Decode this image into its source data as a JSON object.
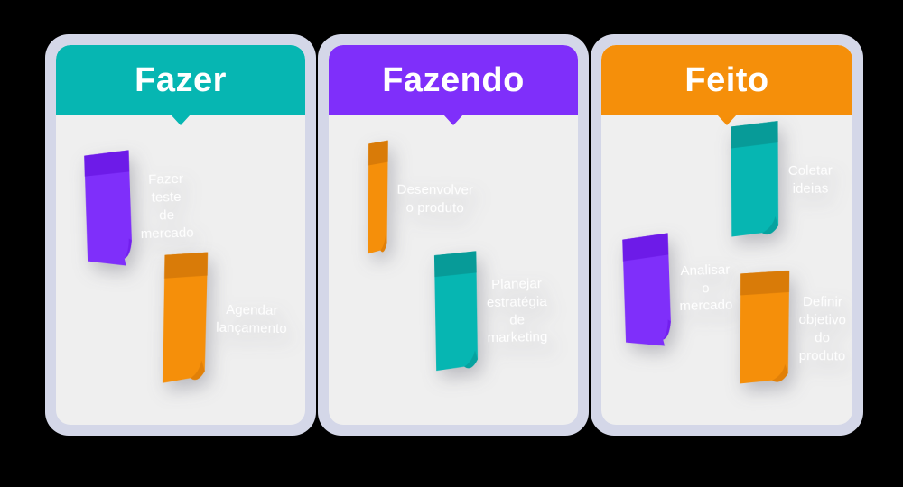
{
  "board": {
    "title": "Kanban Board",
    "background_color": "#000000",
    "frame_color": "#d4d7e8",
    "column_body_color": "#efefef"
  },
  "palette": {
    "teal": "#06b6b2",
    "teal_dark": "#079b98",
    "purple": "#7f2ffa",
    "purple_dark": "#6d1be8",
    "orange": "#f58f0a",
    "orange_dark": "#d97b08",
    "note_text": "#ffffff"
  },
  "columns": [
    {
      "id": "col1",
      "title": "Fazer",
      "accent": "#06b6b2",
      "accent_name": "teal",
      "notes": [
        {
          "id": "note-fazer-teste",
          "text": "Fazer teste\nde mercado",
          "color": "#7f2ffa",
          "color_dark": "#6d1be8",
          "color_name": "purple"
        },
        {
          "id": "note-agendar",
          "text": "Agendar\nlançamento",
          "color": "#f58f0a",
          "color_dark": "#d97b08",
          "color_name": "orange"
        }
      ]
    },
    {
      "id": "col2",
      "title": "Fazendo",
      "accent": "#7f2ffa",
      "accent_name": "purple",
      "notes": [
        {
          "id": "note-desenvolver",
          "text": "Desenvolver\no produto",
          "color": "#f58f0a",
          "color_dark": "#d97b08",
          "color_name": "orange"
        },
        {
          "id": "note-planejar",
          "text": "Planejar\nestratégia\nde marketing",
          "color": "#06b6b2",
          "color_dark": "#079b98",
          "color_name": "teal"
        }
      ]
    },
    {
      "id": "col3",
      "title": "Feito",
      "accent": "#f58f0a",
      "accent_name": "orange",
      "notes": [
        {
          "id": "note-coletar",
          "text": "Coletar\nideias",
          "color": "#06b6b2",
          "color_dark": "#079b98",
          "color_name": "teal"
        },
        {
          "id": "note-analisar",
          "text": "Analisar\no mercado",
          "color": "#7f2ffa",
          "color_dark": "#6d1be8",
          "color_name": "purple"
        },
        {
          "id": "note-definir",
          "text": "Definir\nobjetivo do\nproduto",
          "color": "#f58f0a",
          "color_dark": "#d97b08",
          "color_name": "orange"
        }
      ]
    }
  ]
}
